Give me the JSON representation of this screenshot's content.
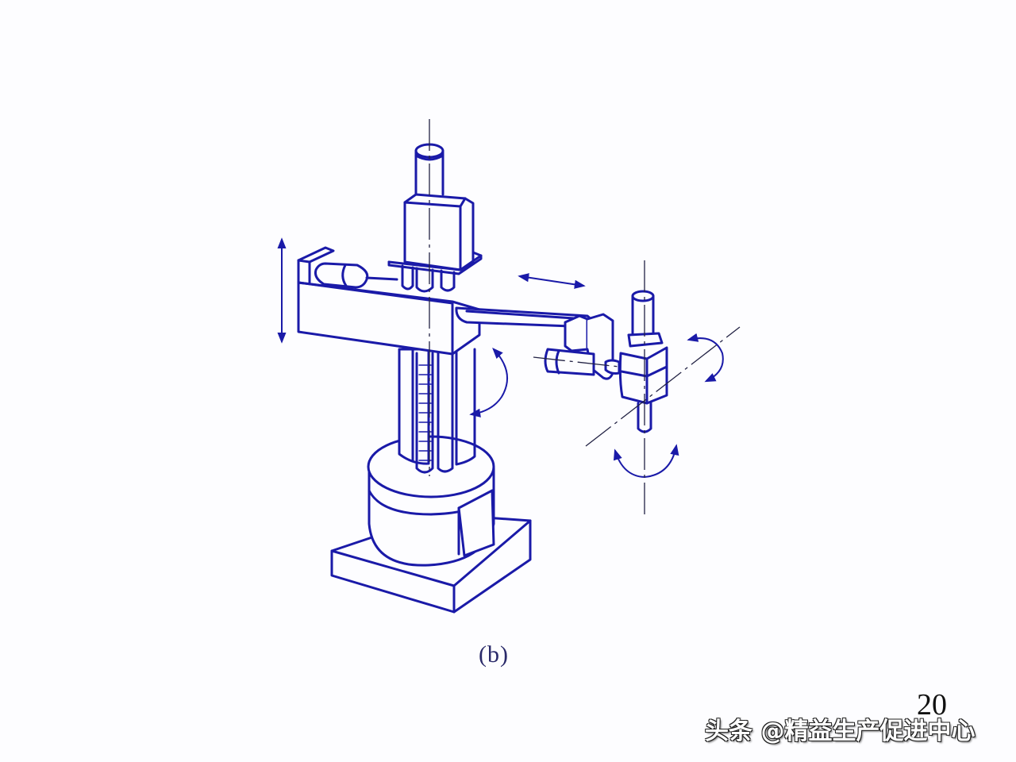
{
  "figure": {
    "subject": "cylindrical-coordinate industrial robot arm (column, horizontal arm, wrist with rotation axes)",
    "caption": "(b)",
    "page_number": "20",
    "line_color": "#1a1aa8",
    "axis_color": "#222244",
    "motion_arrows": [
      "vertical-lift-arrow",
      "horizontal-extend-arrow",
      "column-rotation-arrow",
      "wrist-pitch-arrow",
      "wrist-roll-arrow"
    ]
  },
  "watermark": {
    "text": "头条 @精益生产促进中心"
  }
}
